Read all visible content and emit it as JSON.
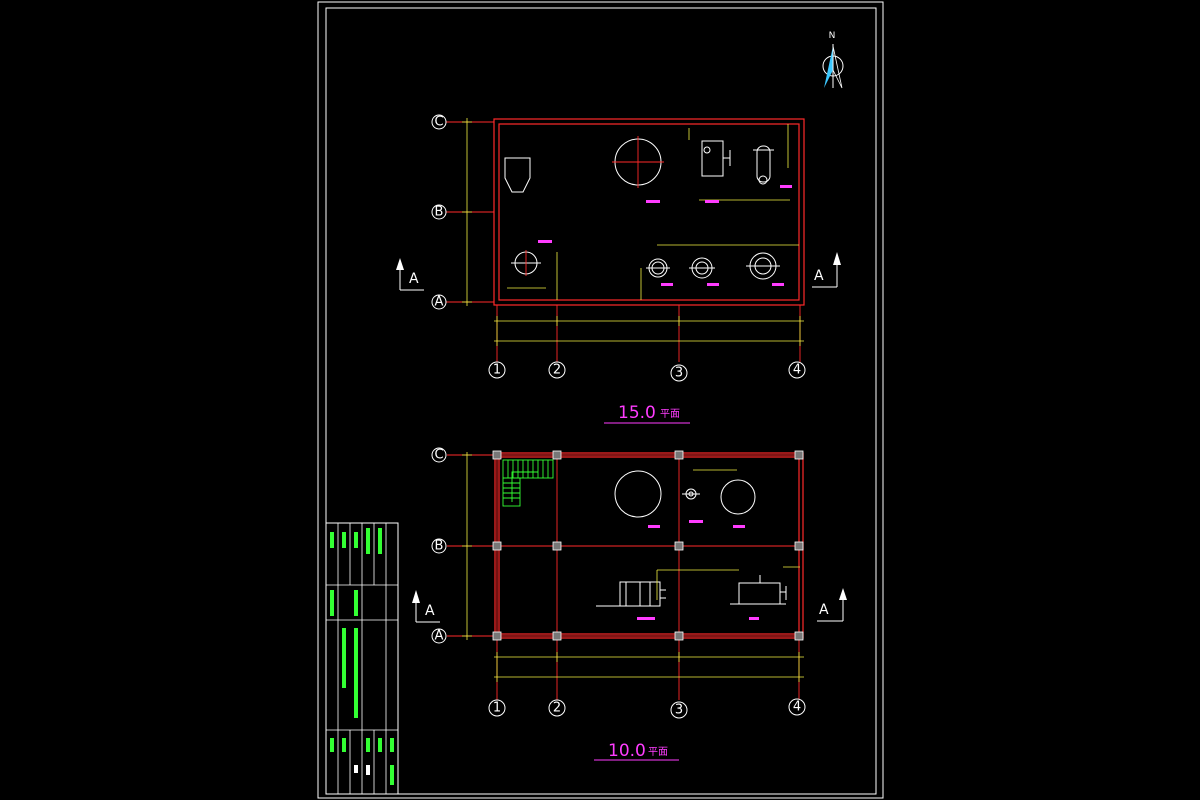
{
  "plans": [
    {
      "title_number": "15.0",
      "title_suffix": "平面",
      "row_labels": [
        "C",
        "B",
        "A"
      ],
      "col_labels": [
        "1",
        "2",
        "3",
        "4"
      ],
      "section_label": "A"
    },
    {
      "title_number": "10.0",
      "title_suffix": "平面",
      "row_labels": [
        "C",
        "B",
        "A"
      ],
      "col_labels": [
        "1",
        "2",
        "3",
        "4"
      ],
      "section_label": "A"
    }
  ],
  "north_label": "N",
  "colors": {
    "background": "#000000",
    "walls": "#ff2a2a",
    "dimensions": "#f3f040",
    "labels": "#ff3cff",
    "equipment": "#ffffff",
    "title_block": "#33ff33"
  }
}
